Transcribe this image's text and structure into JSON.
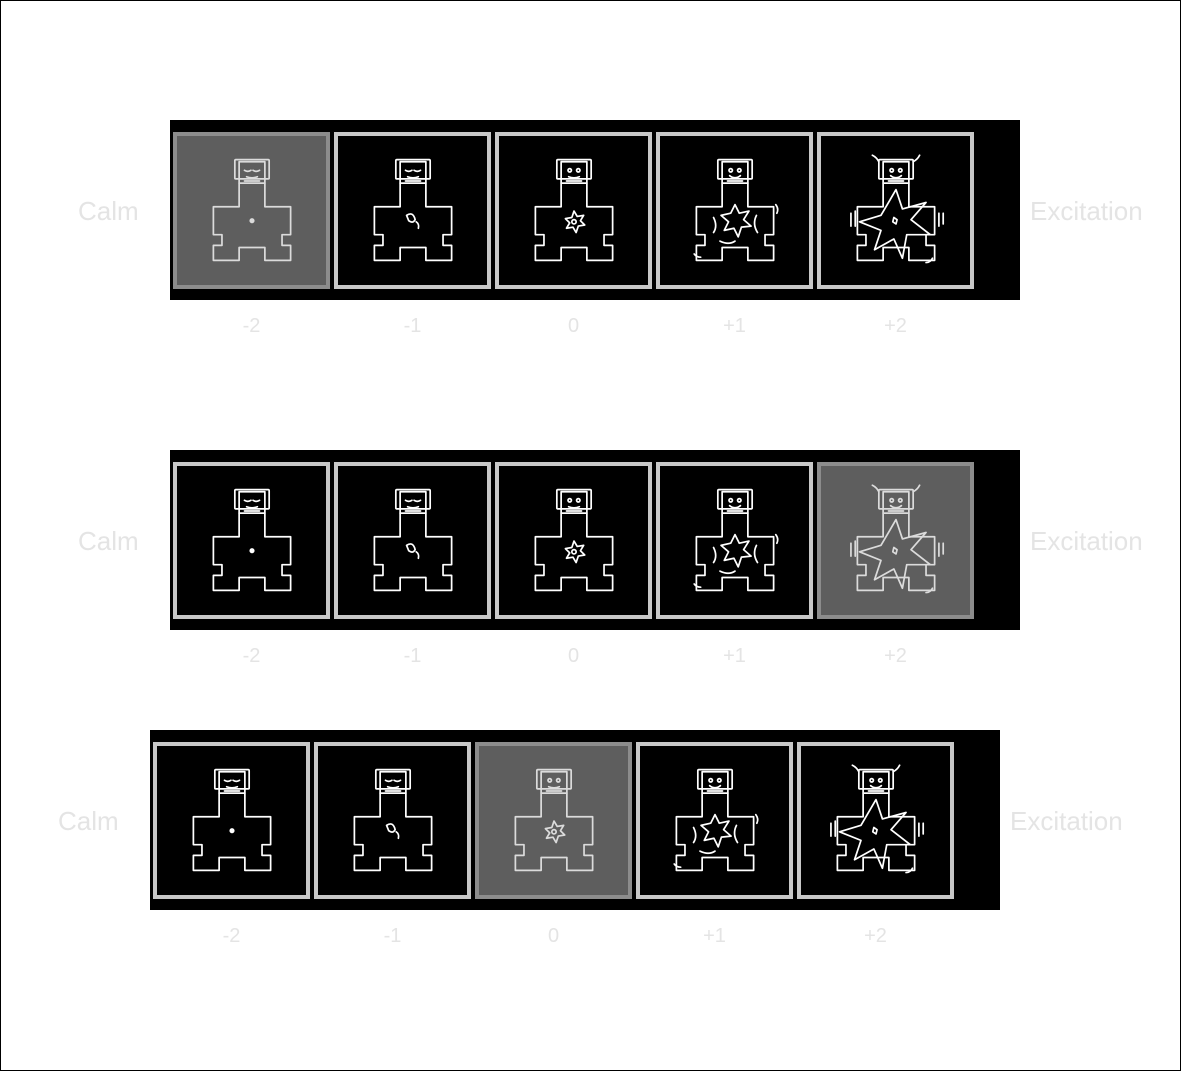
{
  "scales": [
    {
      "left_label": "Calm",
      "right_label": "Excitation",
      "selected_index": 0,
      "ticks": [
        "-2",
        "-1",
        "0",
        "+1",
        "+2"
      ]
    },
    {
      "left_label": "Calm",
      "right_label": "Excitation",
      "selected_index": 4,
      "ticks": [
        "-2",
        "-1",
        "0",
        "+1",
        "+2"
      ]
    },
    {
      "left_label": "Calm",
      "right_label": "Excitation",
      "selected_index": 2,
      "ticks": [
        "-2",
        "-1",
        "0",
        "+1",
        "+2"
      ]
    }
  ],
  "figure_icons": [
    "calm-figure-icon",
    "slightly-calm-figure-icon",
    "neutral-figure-icon",
    "slightly-excited-figure-icon",
    "excited-figure-icon"
  ],
  "colors": {
    "strip": "#000000",
    "cell_border": "#c8c8c8",
    "selected_cell": "#5e5e5e",
    "label_text": "#e4e4e4"
  }
}
